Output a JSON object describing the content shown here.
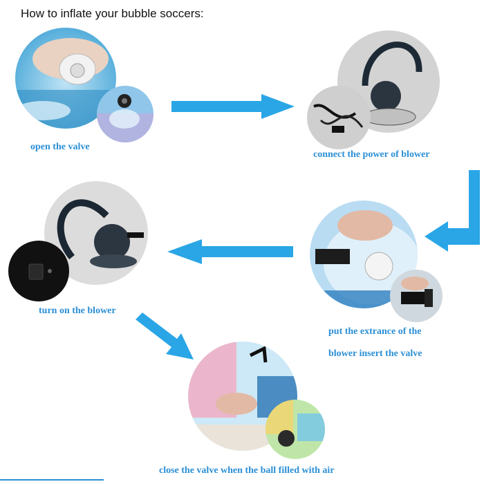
{
  "page": {
    "title": "How to inflate your bubble soccers:"
  },
  "steps": [
    {
      "caption": "open the valve",
      "photo_icon": "valve-photo"
    },
    {
      "caption": "connect the power of blower",
      "photo_icon": "blower-power-photo"
    },
    {
      "caption_line1": "put the extrance of the",
      "caption_line2": "blower insert the valve",
      "photo_icon": "insert-valve-photo"
    },
    {
      "caption": "turn on the blower",
      "photo_icon": "blower-on-photo"
    },
    {
      "caption": "close the valve when the ball filled with air",
      "photo_icon": "close-valve-photo"
    }
  ],
  "colors": {
    "accent": "#2a8fd6",
    "arrow": "#2aa6e6",
    "text": "#111111"
  }
}
